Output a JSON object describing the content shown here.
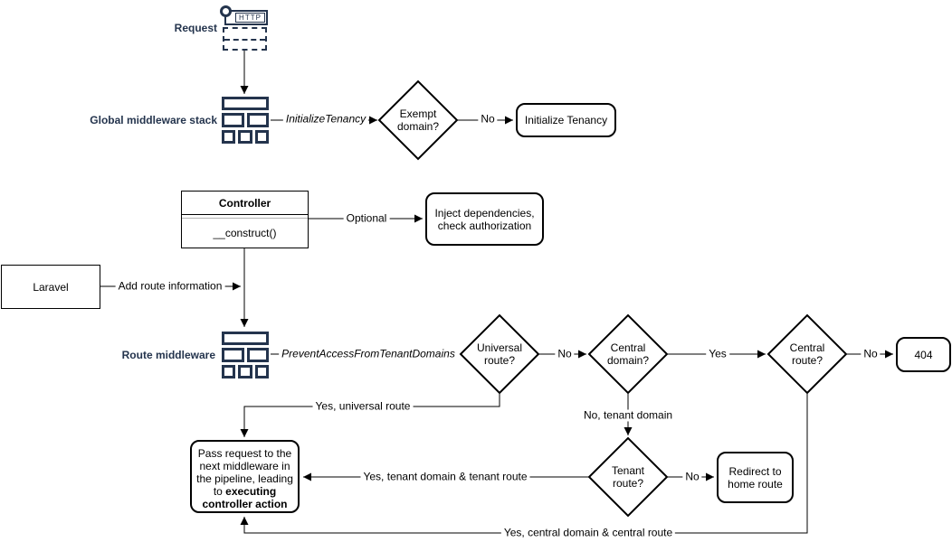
{
  "colors": {
    "accent_dark": "#24344D",
    "line": "#000000",
    "background": "#FFFFFF"
  },
  "icons": {
    "request": "http-request-icon",
    "global_middleware": "middleware-stack-icon",
    "route_middleware": "middleware-stack-icon"
  },
  "nodes": {
    "request_label": "Request",
    "request_http": "HTTP",
    "global_middleware_label": "Global middleware stack",
    "exempt_domain": "Exempt domain?",
    "initialize_tenancy": "Initialize Tenancy",
    "controller_title": "Controller",
    "controller_method": "__construct()",
    "inject": "Inject dependencies, check authorization",
    "laravel": "Laravel",
    "route_middleware_label": "Route middleware",
    "universal_route": "Universal route?",
    "central_domain": "Central domain?",
    "central_route": "Central route?",
    "not_found": "404",
    "tenant_route": "Tenant route?",
    "redirect_home": "Redirect to home route",
    "pass_request_normal": "Pass request to the next middleware in the pipeline, leading to ",
    "pass_request_bold": "executing controller action"
  },
  "edges": {
    "initialize_tenancy": "InitializeTenancy",
    "exempt_no": "No",
    "optional": "Optional",
    "add_route_information": "Add route information",
    "prevent_access": "PreventAccessFromTenantDomains",
    "universal_no": "No",
    "central_domain_yes": "Yes",
    "central_route_no": "No",
    "yes_universal_route": "Yes, universal route",
    "no_tenant_domain": "No, tenant domain",
    "yes_tenant_domain_route": "Yes, tenant domain & tenant route",
    "tenant_route_no": "No",
    "yes_central_domain_route": "Yes, central domain & central route"
  }
}
